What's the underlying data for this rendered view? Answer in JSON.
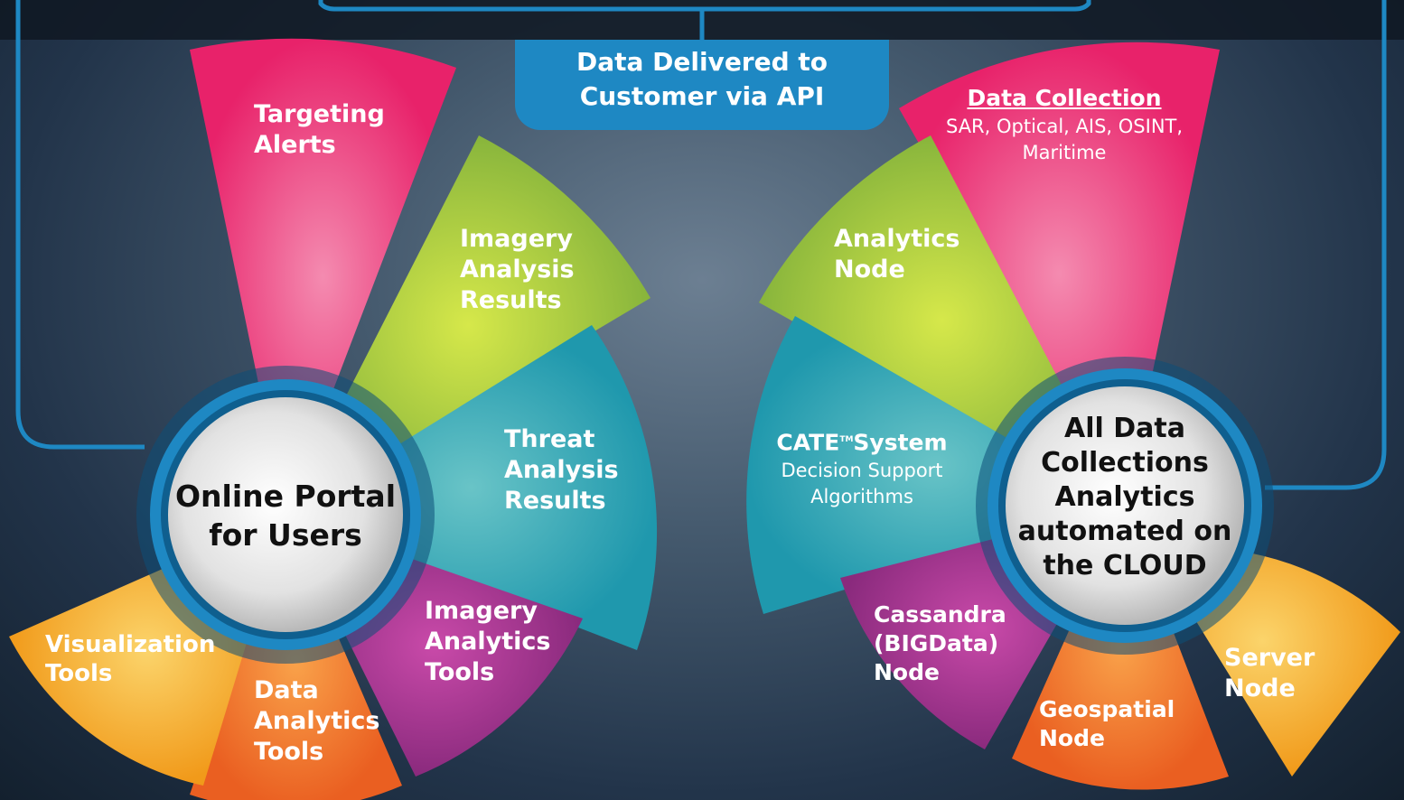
{
  "banner": {
    "text_line1": "Data Delivered to",
    "text_line2": "Customer via API"
  },
  "left_hub": {
    "line1": "Online Portal",
    "line2": "for Users"
  },
  "right_hub": {
    "line1": "All Data",
    "line2": "Collections",
    "line3": "Analytics",
    "line4": "automated on",
    "line5": "the CLOUD"
  },
  "left_segments": {
    "targeting": [
      "Targeting",
      "Alerts"
    ],
    "imagery_results": [
      "Imagery",
      "Analysis",
      "Results"
    ],
    "threat_results": [
      "Threat",
      "Analysis",
      "Results"
    ],
    "imagery_tools": [
      "Imagery",
      "Analytics",
      "Tools"
    ],
    "data_tools": [
      "Data",
      "Analytics",
      "Tools"
    ],
    "viz_tools": [
      "Visualization",
      "Tools"
    ]
  },
  "right_segments": {
    "data_collection_title": "Data Collection",
    "data_collection_line1": "SAR, Optical, AIS, OSINT,",
    "data_collection_line2": "Maritime",
    "analytics_node": [
      "Analytics",
      "Node"
    ],
    "cate_title": "CATE",
    "cate_tm": "TM",
    "cate_title_rest": "System",
    "cate_line1": "Decision Support",
    "cate_line2": "Algorithms",
    "cassandra": [
      "Cassandra",
      "(BIGData)",
      "Node"
    ],
    "geospatial": [
      "Geospatial",
      "Node"
    ],
    "server": [
      "Server",
      "Node"
    ]
  },
  "colors": {
    "pink": "#ec3f78",
    "green": "#a6c93a",
    "teal": "#2fa7b5",
    "purple": "#a3368a",
    "orange": "#f07a2a",
    "yellow": "#f6b21e",
    "blue": "#1e88c3"
  }
}
